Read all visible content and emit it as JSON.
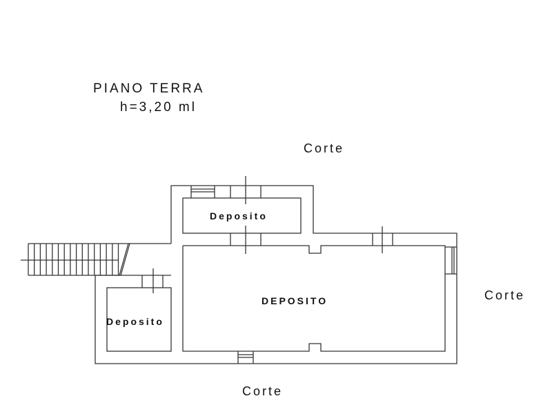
{
  "title": {
    "floor": "PIANO TERRA",
    "height": "h=3,20 ml"
  },
  "surroundings": {
    "top": "Corte",
    "right": "Corte",
    "bottom": "Corte"
  },
  "rooms": {
    "upper": "Deposito",
    "main": "DEPOSITO",
    "small": "Deposito"
  }
}
